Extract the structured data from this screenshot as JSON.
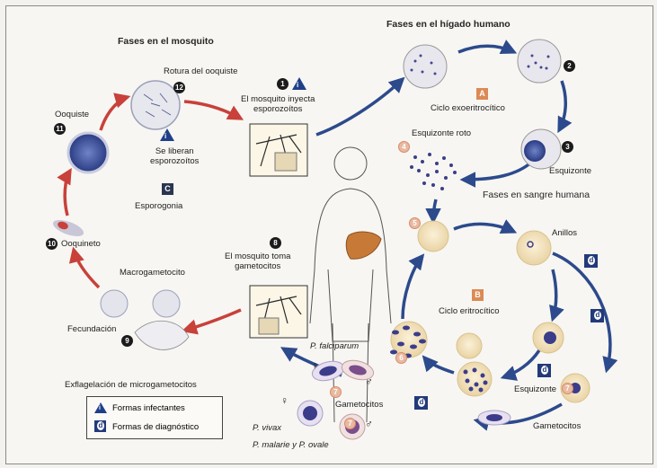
{
  "headings": {
    "mosquito": "Fases en el mosquito",
    "liver": "Fases en el hígado humano",
    "blood": "Fases en sangre humana"
  },
  "labels": {
    "rotura": "Rotura del ooquiste",
    "ooquiste": "Ooquiste",
    "se_liberan": "Se liberan\nesporozoítos",
    "esporogonia": "Esporogonia",
    "ooquineto": "Ooquineto",
    "macrogametocito": "Macrogametocito",
    "fecundacion": "Fecundación",
    "exflagelacion": "Exflagelación de microgametocitos",
    "inyecta": "El mosquito inyecta\nesporozoítos",
    "toma": "El mosquito toma\ngametocitos",
    "ciclo_exo": "Ciclo exoeritrocítico",
    "esquizonte_roto": "Esquizonte roto",
    "esquizonte_liver": "Esquizonte",
    "anillos": "Anillos",
    "ciclo_eritro": "Ciclo eritrocítico",
    "esquizonte_blood": "Esquizonte",
    "gametocitos_right": "Gametocitos",
    "gametocitos_mid": "Gametocitos",
    "p_falciparum": "P. falciparum",
    "p_vivax": "P. vivax",
    "p_malarie": "P. malarie y P. ovale",
    "female": "♀",
    "male": "♂"
  },
  "badges": {
    "n1": "1",
    "n2": "2",
    "n3": "3",
    "n4": "4",
    "n5": "5",
    "n6": "6",
    "n7": "7",
    "n8": "8",
    "n9": "9",
    "n10": "10",
    "n11": "11",
    "n12": "12",
    "A": "A",
    "B": "B",
    "C": "C",
    "i": "i",
    "d": "d"
  },
  "legend": {
    "infectantes": "Formas infectantes",
    "diagnostico": "Formas de diagnóstico"
  },
  "colors": {
    "red_arrow": "#c8413a",
    "blue_arrow": "#2c4a8c",
    "cell_fill": "#f3e6c4",
    "parasite": "#3b3d8a"
  }
}
